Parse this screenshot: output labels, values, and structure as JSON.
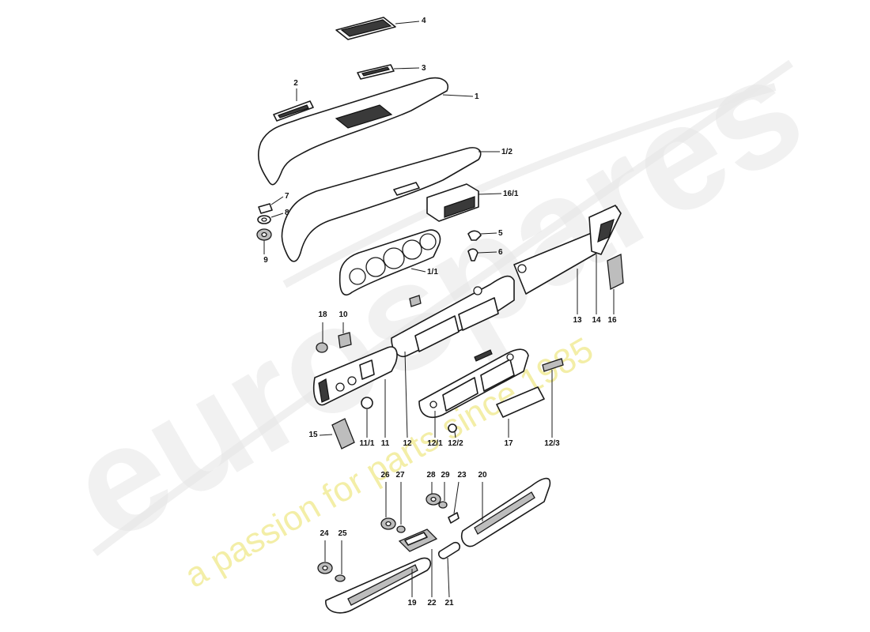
{
  "watermark": {
    "brand": "eurospares",
    "tagline": "a passion for parts since 1985",
    "tagline_color": "#efe98a"
  },
  "callouts": [
    {
      "id": "4",
      "label": "4"
    },
    {
      "id": "3",
      "label": "3"
    },
    {
      "id": "2",
      "label": "2"
    },
    {
      "id": "1",
      "label": "1"
    },
    {
      "id": "1-2",
      "label": "1/2"
    },
    {
      "id": "16-1",
      "label": "16/1"
    },
    {
      "id": "7",
      "label": "7"
    },
    {
      "id": "8",
      "label": "8"
    },
    {
      "id": "9",
      "label": "9"
    },
    {
      "id": "5",
      "label": "5"
    },
    {
      "id": "6",
      "label": "6"
    },
    {
      "id": "1-1",
      "label": "1/1"
    },
    {
      "id": "13",
      "label": "13"
    },
    {
      "id": "14",
      "label": "14"
    },
    {
      "id": "16",
      "label": "16"
    },
    {
      "id": "18",
      "label": "18"
    },
    {
      "id": "10",
      "label": "10"
    },
    {
      "id": "15",
      "label": "15"
    },
    {
      "id": "11-1",
      "label": "11/1"
    },
    {
      "id": "11",
      "label": "11"
    },
    {
      "id": "12",
      "label": "12"
    },
    {
      "id": "12-1",
      "label": "12/1"
    },
    {
      "id": "12-2",
      "label": "12/2"
    },
    {
      "id": "17",
      "label": "17"
    },
    {
      "id": "12-3",
      "label": "12/3"
    },
    {
      "id": "26",
      "label": "26"
    },
    {
      "id": "27",
      "label": "27"
    },
    {
      "id": "28",
      "label": "28"
    },
    {
      "id": "29",
      "label": "29"
    },
    {
      "id": "23",
      "label": "23"
    },
    {
      "id": "20",
      "label": "20"
    },
    {
      "id": "24",
      "label": "24"
    },
    {
      "id": "25",
      "label": "25"
    },
    {
      "id": "19",
      "label": "19"
    },
    {
      "id": "22",
      "label": "22"
    },
    {
      "id": "21",
      "label": "21"
    }
  ]
}
